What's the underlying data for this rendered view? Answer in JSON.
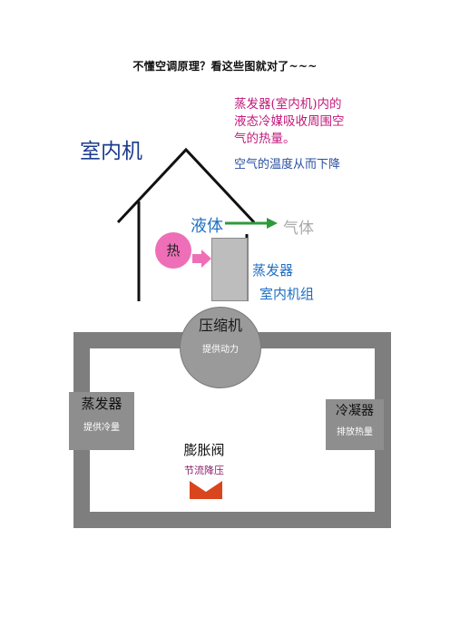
{
  "page": {
    "title": "不懂空调原理？看这些图就对了~~~"
  },
  "annotation": {
    "pink_lines": [
      "蒸发器(室内机)内的",
      "液态冷媒吸收周围空",
      "气的热量。"
    ],
    "blue_line": "空气的温度从而下降"
  },
  "indoor": {
    "title": "室内机",
    "liquid": "液体",
    "gas": "气体",
    "heat": "热",
    "evaporator": "蒸发器",
    "unit_group": "室内机组"
  },
  "cycle": {
    "compressor": {
      "title": "压缩机",
      "sub": "提供动力"
    },
    "evaporator": {
      "title": "蒸发器",
      "sub": "提供冷量"
    },
    "condenser": {
      "title": "冷凝器",
      "sub": "排放热量"
    },
    "valve": {
      "title": "膨胀阀",
      "sub": "节流降压"
    }
  },
  "colors": {
    "frame": "#7e7e7e",
    "heat_circle": "#ee6fb7",
    "arrow_green": "#2e9a3a",
    "arrow_pink": "#ee6fb7",
    "valve_red": "#d9461e",
    "house_line": "#111111"
  }
}
